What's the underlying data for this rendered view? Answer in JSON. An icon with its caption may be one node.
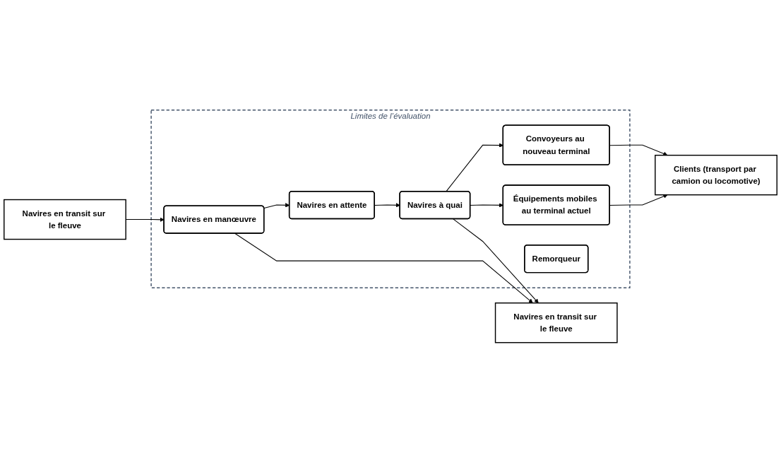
{
  "diagram": {
    "nodes": [
      {
        "text": [
          "Navires en transit sur le fleuve"
        ]
      },
      {
        "text": [
          "Limites de l’évaluation"
        ]
      },
      {
        "text": [
          "Navires en manœuvre"
        ],
        "in": 1
      },
      {
        "text": [
          "Navires en attente"
        ],
        "in": 1
      },
      {
        "text": [
          "Navires à quai"
        ],
        "in": 1
      },
      {
        "text": [
          "Équipements mobiles au terminal actuel"
        ],
        "in": 1
      },
      {
        "text": [
          "Convoyeurs au nouveau terminal"
        ],
        "in": 1
      },
      {
        "text": [
          "Remorqueur"
        ],
        "in": 1
      },
      {
        "text": [
          "Clients (transport par camion ou locomotive)"
        ]
      },
      {
        "text": [
          "Navires en transit sur le fleuve"
        ]
      }
    ],
    "edges": [
      {
        "from": 0,
        "to": 2,
        "arrow": "to"
      },
      {
        "from": 2,
        "to": 3,
        "arrow": "to"
      },
      {
        "from": 3,
        "to": 4,
        "arrow": "to"
      },
      {
        "from": 2,
        "to": 9,
        "arrow": "to"
      },
      {
        "from": 4,
        "to": 9,
        "arrow": "to"
      },
      {
        "from": 4,
        "to": 5,
        "arrow": "to"
      },
      {
        "from": 4,
        "to": 6,
        "arrow": "to"
      },
      {
        "from": 5,
        "to": 8,
        "arrow": "to"
      },
      {
        "from": 6,
        "to": 8,
        "arrow": "to"
      }
    ]
  }
}
